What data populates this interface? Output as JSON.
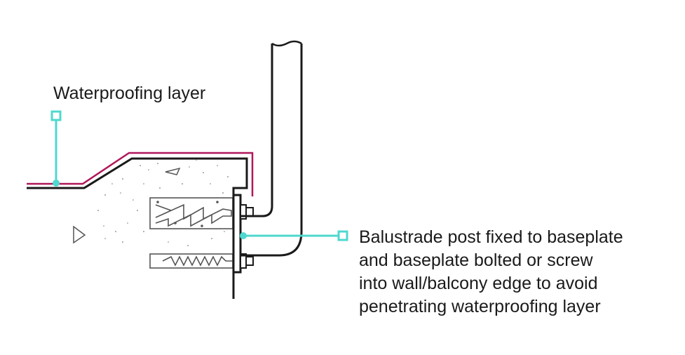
{
  "annotations": {
    "waterproofing_label": "Waterproofing layer",
    "post_callout_lines": [
      "Balustrade post fixed to baseplate",
      "and baseplate bolted or screw",
      "into wall/balcony edge to avoid",
      "penetrating waterproofing layer"
    ]
  },
  "colors": {
    "linework": "#1a1a1a",
    "waterproofing_membrane": "#b0175b",
    "leader": "#4fd8cf",
    "hatch": "#9a9a9a"
  },
  "icons": [
    "wall-plug-anchor-icon",
    "screw-anchor-icon",
    "concrete-aggregate-icon"
  ]
}
